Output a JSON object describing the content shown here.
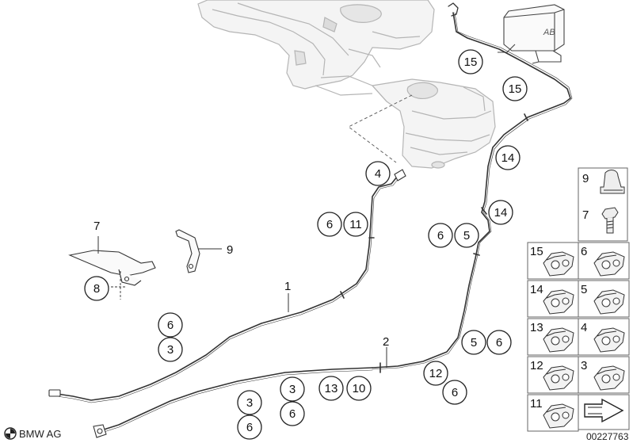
{
  "callouts": [
    {
      "id": "c15a",
      "n": "15"
    },
    {
      "id": "c15b",
      "n": "15"
    },
    {
      "id": "c14a",
      "n": "14"
    },
    {
      "id": "c14b",
      "n": "14"
    },
    {
      "id": "c4",
      "n": "4"
    },
    {
      "id": "c6a",
      "n": "6"
    },
    {
      "id": "c11",
      "n": "11"
    },
    {
      "id": "c6b",
      "n": "6"
    },
    {
      "id": "c5a",
      "n": "5"
    },
    {
      "id": "c8",
      "n": "8"
    },
    {
      "id": "c6c",
      "n": "6"
    },
    {
      "id": "c3a",
      "n": "3"
    },
    {
      "id": "c5b",
      "n": "5"
    },
    {
      "id": "c6d",
      "n": "6"
    },
    {
      "id": "c12",
      "n": "12"
    },
    {
      "id": "c6e",
      "n": "6"
    },
    {
      "id": "c13",
      "n": "13"
    },
    {
      "id": "c10",
      "n": "10"
    },
    {
      "id": "c3b",
      "n": "3"
    },
    {
      "id": "c6f",
      "n": "6"
    },
    {
      "id": "c3c",
      "n": "3"
    },
    {
      "id": "c6g",
      "n": "6"
    }
  ],
  "labels": {
    "part7": "7",
    "part9": "9",
    "part1": "1",
    "part2": "2"
  },
  "parts_panel": {
    "top": [
      {
        "id": "t9",
        "n": "9"
      },
      {
        "id": "t7",
        "n": "7"
      }
    ],
    "tiles": [
      {
        "id": "t15",
        "n": "15"
      },
      {
        "id": "t6",
        "n": "6"
      },
      {
        "id": "t14",
        "n": "14"
      },
      {
        "id": "t5",
        "n": "5"
      },
      {
        "id": "t13",
        "n": "13"
      },
      {
        "id": "t4",
        "n": "4"
      },
      {
        "id": "t12",
        "n": "12"
      },
      {
        "id": "t3",
        "n": "3"
      },
      {
        "id": "t11",
        "n": "11"
      }
    ]
  },
  "footer": {
    "brand": "BMW AG",
    "diagram_number": "00227763"
  }
}
